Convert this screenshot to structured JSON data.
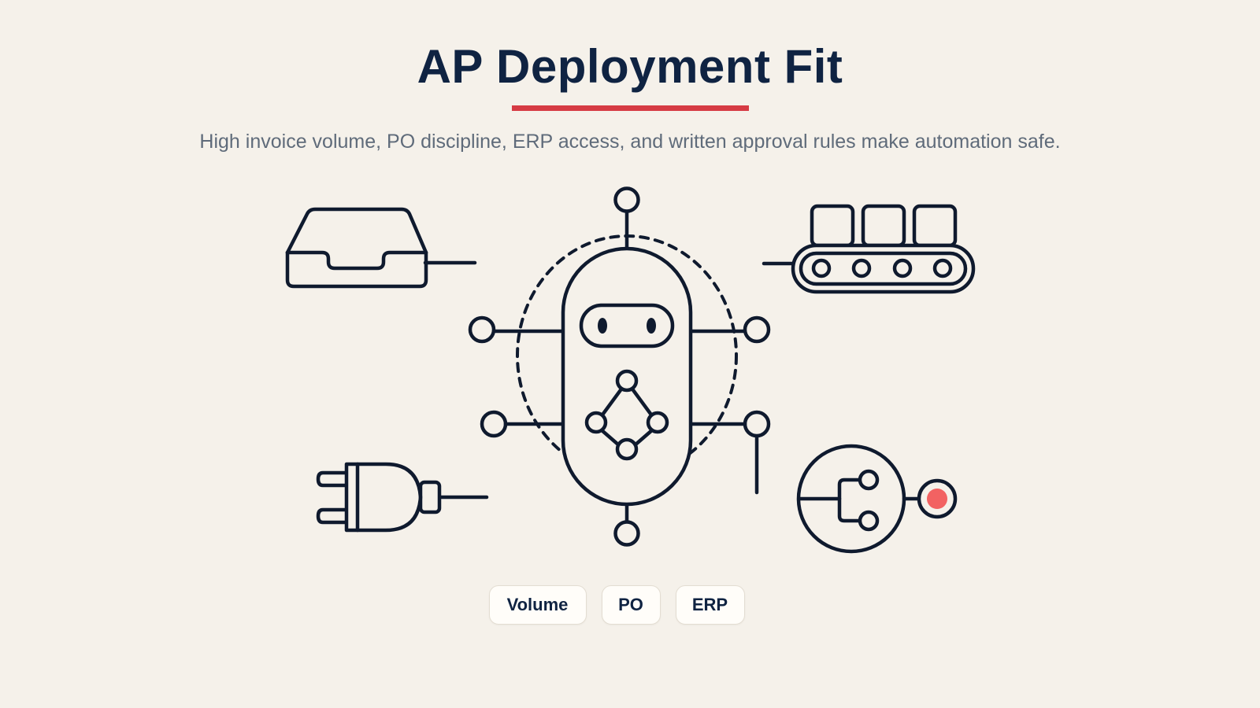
{
  "title": "AP Deployment Fit",
  "subtitle": "High invoice volume, PO discipline, ERP access, and written approval rules make automation safe.",
  "chips": [
    {
      "label": "Volume"
    },
    {
      "label": "PO"
    },
    {
      "label": "ERP"
    }
  ],
  "colors": {
    "ink": "#0f2342",
    "accent_rule": "#d63b44",
    "status_dot": "#f26262",
    "background": "#f5f1ea"
  },
  "icons": [
    "inbox-tray-icon",
    "conveyor-belt-icon",
    "power-plug-icon",
    "switch-dial-icon",
    "robot-icon",
    "network-diamond-icon"
  ]
}
